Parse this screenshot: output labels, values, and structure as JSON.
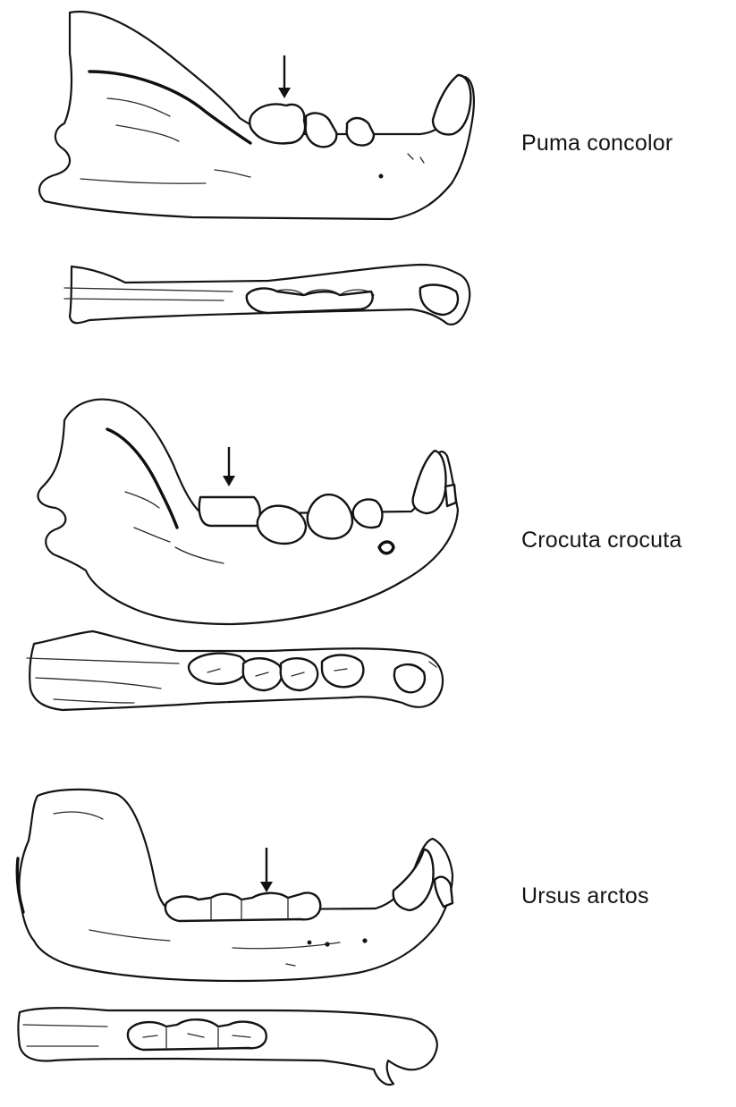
{
  "specimens": [
    {
      "id": "puma",
      "species_label": "Puma concolor",
      "views": [
        "lateral",
        "occlusal"
      ],
      "arrow_marks": "carnassial"
    },
    {
      "id": "crocuta",
      "species_label": "Crocuta crocuta",
      "views": [
        "lateral",
        "occlusal"
      ],
      "arrow_marks": "carnassial"
    },
    {
      "id": "ursus",
      "species_label": "Ursus arctos",
      "views": [
        "lateral",
        "occlusal"
      ],
      "arrow_marks": "carnassial"
    }
  ],
  "colors": {
    "ink": "#141414",
    "background": "#ffffff"
  }
}
